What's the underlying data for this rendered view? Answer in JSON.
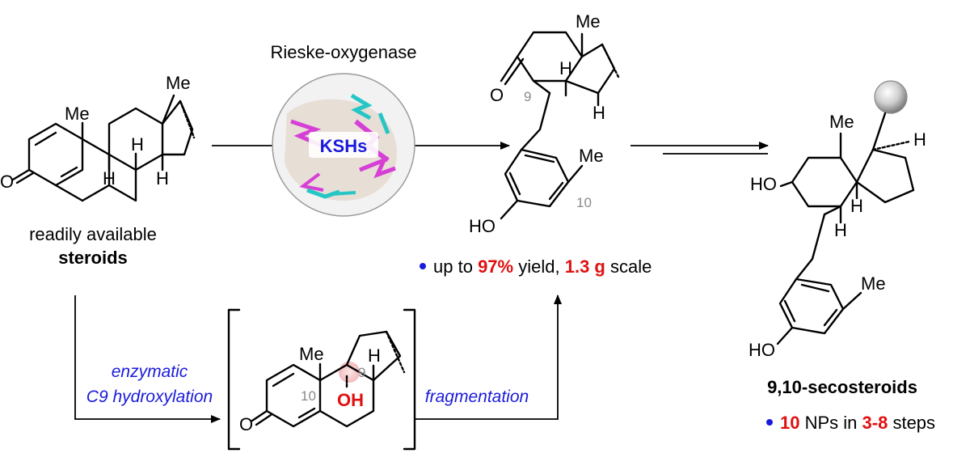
{
  "start": {
    "label_line1": "readily available",
    "label_line2": "steroids",
    "me1": "Me",
    "me2": "Me",
    "h1": "H",
    "h2": "H",
    "h3": "H",
    "oxygen": "O"
  },
  "enzyme": {
    "name": "Rieske-oxygenase",
    "badge": "KSHs"
  },
  "product": {
    "me": "Me",
    "h_top": "H",
    "h_bot": "H",
    "oxygen": "O",
    "num9": "9",
    "num10": "10",
    "me_aryl": "Me",
    "ho": "HO",
    "yield_pre": "up to",
    "yield_val": "97%",
    "yield_mid": "yield,",
    "scale_val": "1.3 g",
    "scale_post": "scale"
  },
  "intermediate": {
    "me": "Me",
    "num9": "9",
    "num10": "10",
    "h": "H",
    "oh": "OH",
    "oxygen": "O"
  },
  "steps": {
    "hydrox_line1": "enzymatic",
    "hydrox_line2": "C9 hydroxylation",
    "frag": "fragmentation"
  },
  "final": {
    "me": "Me",
    "h_right": "H",
    "h_mid": "H",
    "h_bot": "H",
    "ho_top": "HO",
    "me_aryl": "Me",
    "ho": "HO",
    "title": "9,10-secosteroids",
    "np_val": "10",
    "np_mid": "NPs in",
    "np_steps": "3-8",
    "np_post": "steps"
  },
  "colors": {
    "red": "#e01010",
    "blue": "#1a1adb",
    "magenta": "#d63fd6",
    "cyan": "#26c6c6",
    "grey": "#8a8a8a"
  }
}
